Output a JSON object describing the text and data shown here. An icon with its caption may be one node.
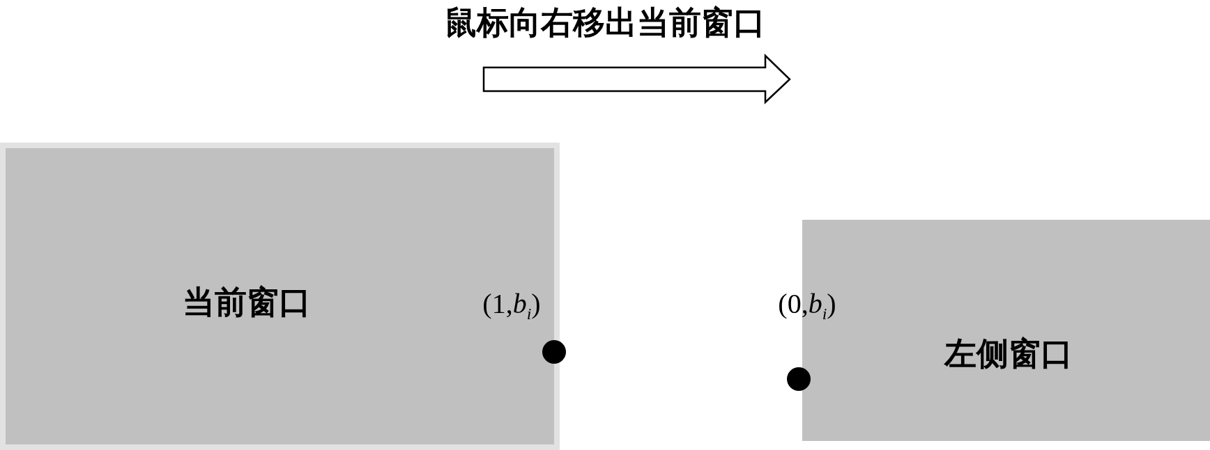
{
  "diagram": {
    "title": "鼠标向右移出当前窗口",
    "nodes": [
      {
        "text": [
          "当前窗口"
        ]
      },
      {
        "text": [
          "左侧窗口"
        ]
      }
    ],
    "labels": [
      "(1,*b*$_{i}$)",
      "(0,*b*$_{i}$)"
    ]
  }
}
